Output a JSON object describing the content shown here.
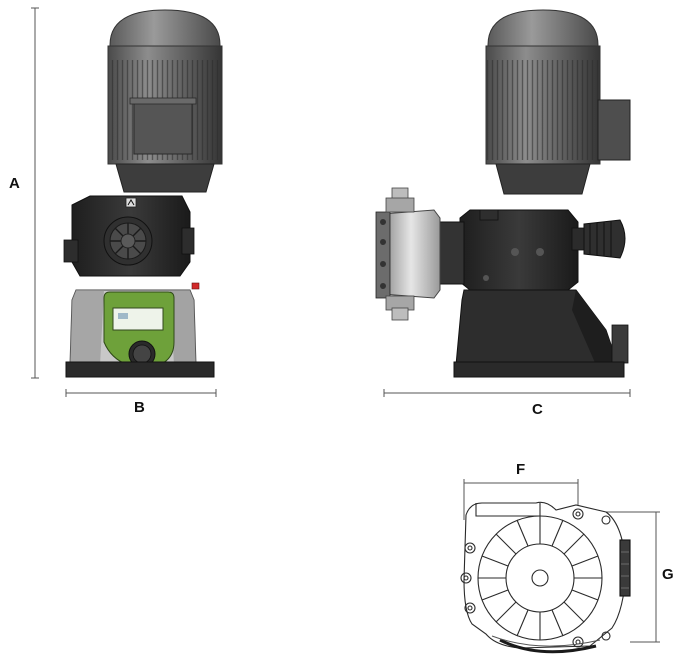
{
  "dimensions": {
    "a": "A",
    "b": "B",
    "c": "C",
    "f": "F",
    "g": "G"
  },
  "colors": {
    "motor_dark": "#3c3c3c",
    "motor_mid": "#7a7a7a",
    "motor_light": "#bdbdbd",
    "body_black": "#2a2a2a",
    "panel_green": "#6ea13a",
    "screen_white": "#eef3ea",
    "line": "#333333",
    "alarm_red": "#d22a2a"
  },
  "icons": [
    "front-view-pump",
    "side-view-pump",
    "top-view-pump-head",
    "dimension-arrow"
  ]
}
